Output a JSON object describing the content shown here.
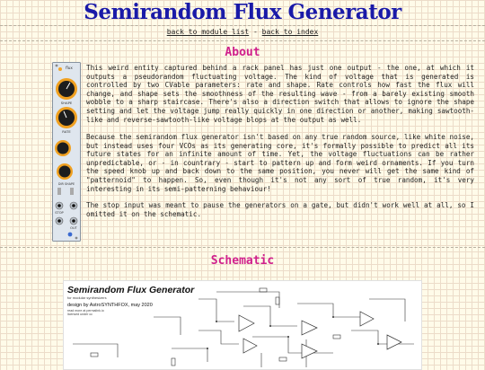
{
  "page": {
    "title": "Semirandom Flux Generator",
    "nav": {
      "back_module": "back to module list",
      "separator": " - ",
      "back_index": "back to index"
    }
  },
  "about": {
    "heading": "About",
    "paragraphs": [
      "This weird entity captured behind a rack panel has just one output - the one, at which it outputs a pseudorandom fluctuating voltage. The kind of voltage that is generated is controlled by two CVable parameters: rate and shape. Rate controls how fast the flux will change, and shape sets the smoothness of the resulting wave - from a barely existing smooth wobble to a sharp staircase. There's also a direction switch that allows to ignore the shape setting and let the voltage jump really quickly in one direction or another, making sawtooth-like and reverse-sawtooth-like voltage blops at the output as well.",
      "Because the semirandom flux generator isn't based on any true random source, like white noise, but instead uses four VCOs as its generating core, it's formally possible to predict all its future states for an infinite amount of time. Yet, the voltage fluctuations can be rather unpredictable, or - in countrary - start to pattern up and form weird ornaments. If you turn the speed knob up and back down to the same position, you never will get the same kind of \"patternoid\" to happen. So, even though it's not any sort of true random, it's very interesting in its semi-patterning behaviour!",
      "The stop input was meant to pause the generators on a gate, but didn't work well at all, so I omitted it on the schematic."
    ]
  },
  "module_panel": {
    "label_top": "flux",
    "label_shape": "SHAPE",
    "label_rate": "RATE",
    "label_stop": "STOP",
    "label_out": "OUT",
    "label_dir": "DIR SHAPE"
  },
  "schematic": {
    "heading": "Schematic",
    "name": "Semirandom Flux Generator",
    "subtitle": "for modular synthesizers",
    "design": "design by AstroSYNTHFOX, may 2020",
    "license": "read more at permalink.io\nlicensed under cc"
  },
  "colors": {
    "title": "#1a1aa8",
    "heading": "#d0208c",
    "background": "#fffbe9",
    "panel_knob": "#f0a020"
  }
}
